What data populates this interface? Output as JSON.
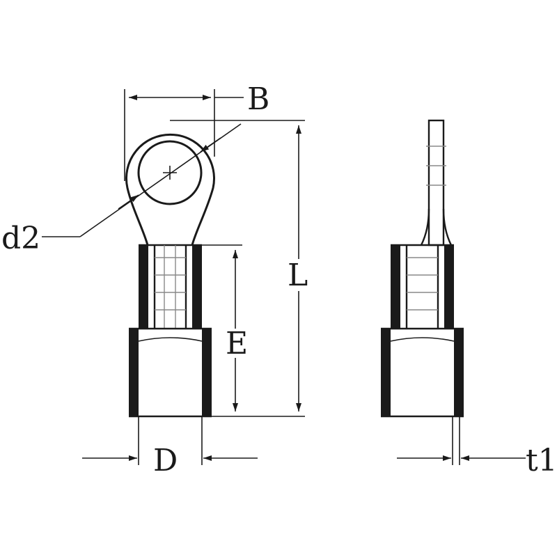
{
  "figure": {
    "labels": {
      "B": "B",
      "d2": "d2",
      "L": "L",
      "E": "E",
      "D": "D",
      "t1": "t1"
    }
  }
}
